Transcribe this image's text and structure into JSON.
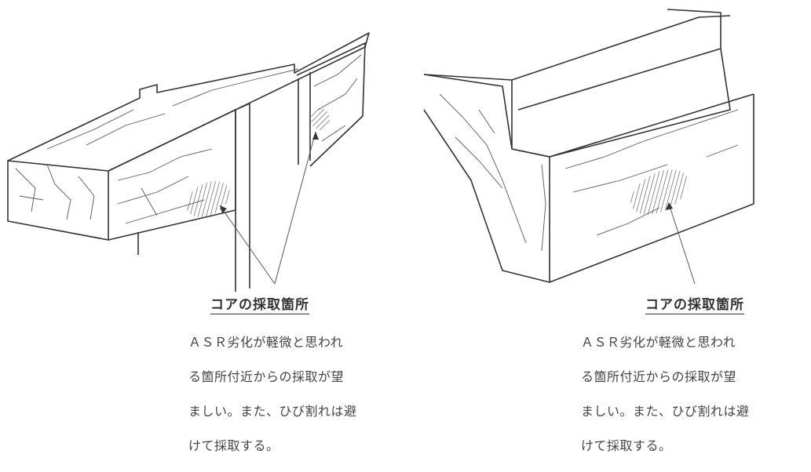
{
  "callouts": [
    {
      "title": "コアの採取箇所",
      "lines": [
        "ＡＳＲ劣化が軽微と思われ",
        "る箇所付近からの採取が望",
        "ましい。また、ひび割れは避",
        "けて採取する。"
      ]
    },
    {
      "title": "コアの採取箇所",
      "lines": [
        "ＡＳＲ劣化が軽微と思われ",
        "る箇所付近からの採取が望",
        "ましい。また、ひび割れは避",
        "けて採取する。"
      ]
    }
  ],
  "colors": {
    "line": "#333333",
    "crack": "#444444"
  }
}
